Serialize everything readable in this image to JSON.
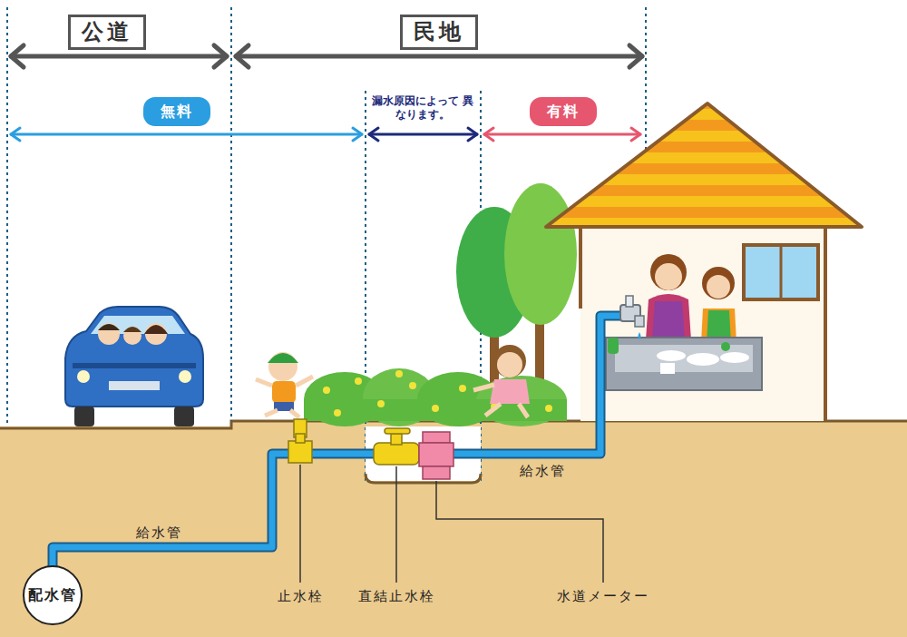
{
  "diagram": {
    "nodes": [
      {
        "text": [
          "公道"
        ]
      },
      {
        "text": [
          "民地"
        ]
      },
      {
        "text": [
          "無料"
        ]
      },
      {
        "text": [
          "有料"
        ]
      },
      {
        "text": [
          "配水管"
        ]
      }
    ],
    "labels": [
      "漏水原因によって 異なります。",
      "給水管",
      "給水管",
      "止水栓",
      "直結止水栓",
      "水道メーター"
    ]
  }
}
